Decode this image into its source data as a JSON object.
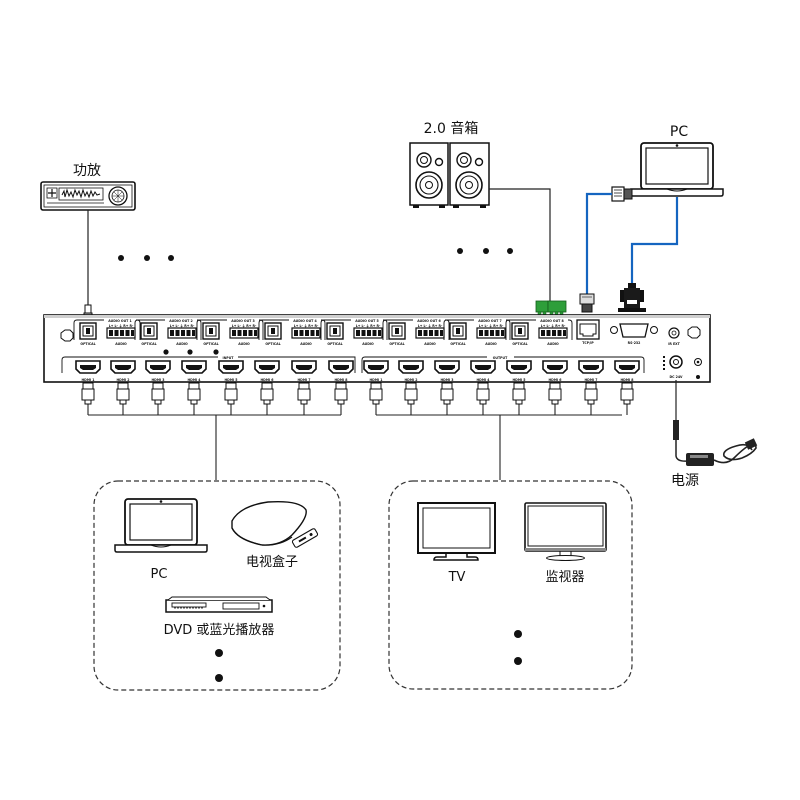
{
  "title": "8x8 HDMI Matrix Connection Diagram",
  "devices": {
    "amplifier": {
      "label": "功放"
    },
    "speakers": {
      "label": "2.0 音箱"
    },
    "control_pc": {
      "label": "PC"
    },
    "power": {
      "label": "电源"
    }
  },
  "matrix": {
    "audio_outs": [
      {
        "name": "AUDIO OUT 1",
        "optical": "OPTICAL",
        "audio": "AUDIO",
        "pins": "L+ L- ⏚ R+ R-"
      },
      {
        "name": "AUDIO OUT 2",
        "optical": "OPTICAL",
        "audio": "AUDIO",
        "pins": "L+ L- ⏚ R+ R-"
      },
      {
        "name": "AUDIO OUT 3",
        "optical": "OPTICAL",
        "audio": "AUDIO",
        "pins": "L+ L- ⏚ R+ R-"
      },
      {
        "name": "AUDIO OUT 4",
        "optical": "OPTICAL",
        "audio": "AUDIO",
        "pins": "L+ L- ⏚ R+ R-"
      },
      {
        "name": "AUDIO OUT 5",
        "optical": "OPTICAL",
        "audio": "AUDIO",
        "pins": "L+ L- ⏚ R+ R-"
      },
      {
        "name": "AUDIO OUT 6",
        "optical": "OPTICAL",
        "audio": "AUDIO",
        "pins": "L+ L- ⏚ R+ R-"
      },
      {
        "name": "AUDIO OUT 7",
        "optical": "OPTICAL",
        "audio": "AUDIO",
        "pins": "L+ L- ⏚ R+ R-"
      },
      {
        "name": "AUDIO OUT 8",
        "optical": "OPTICAL",
        "audio": "AUDIO",
        "pins": "L+ L- ⏚ R+ R-"
      }
    ],
    "input_group_label": "INPUT",
    "output_group_label": "OUTPUT",
    "inputs": [
      "HDMI 1",
      "HDMI 2",
      "HDMI 3",
      "HDMI 4",
      "HDMI 5",
      "HDMI 6",
      "HDMI 7",
      "HDMI 8"
    ],
    "outputs": [
      "HDMI 1",
      "HDMI 2",
      "HDMI 3",
      "HDMI 4",
      "HDMI 5",
      "HDMI 6",
      "HDMI 7",
      "HDMI 8"
    ],
    "tcpip_label": "TCP/IP",
    "rs232_label": "RS-232",
    "ir_ext_label": "IR EXT",
    "dc_label": "DC 24V"
  },
  "sources": {
    "items": [
      {
        "label": "PC"
      },
      {
        "label": "电视盒子"
      },
      {
        "label": "DVD 或蓝光播放器"
      }
    ]
  },
  "displays": {
    "items": [
      {
        "label": "TV"
      },
      {
        "label": "监视器"
      }
    ]
  },
  "colors": {
    "network_cable": "#1565c0",
    "terminal_green": "#2e9e3a",
    "line": "#222222"
  }
}
